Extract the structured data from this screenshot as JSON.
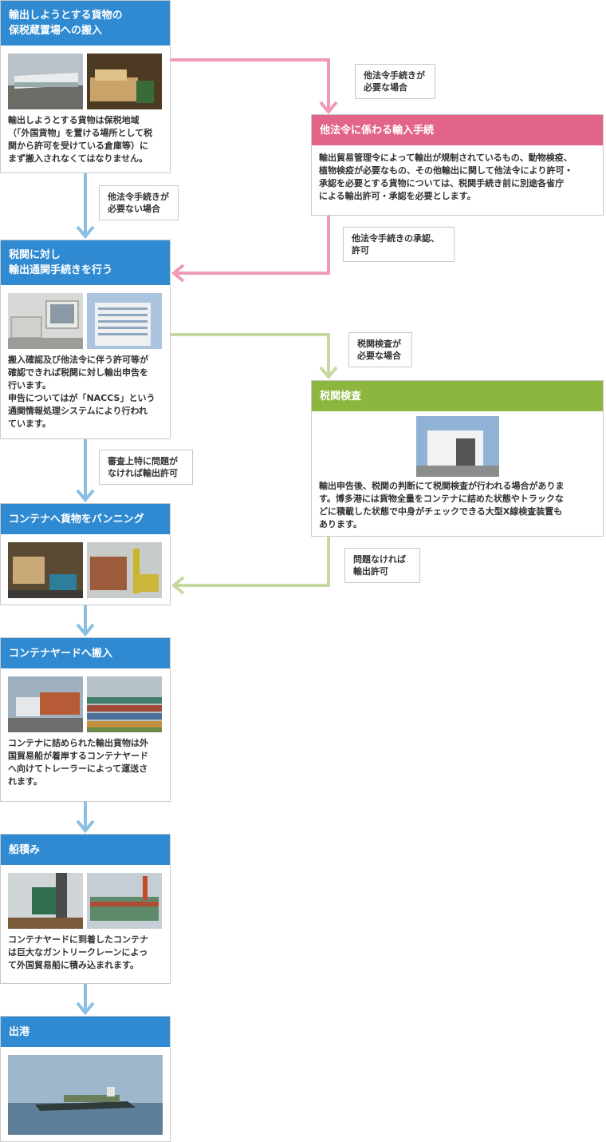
{
  "steps": [
    {
      "title": "輸出しようとする貨物の\n保税蔵置場への搬入",
      "text": "輸出しようとする貨物は保税地域\n（「外国貨物」を置ける場所として税\n関から許可を受けている倉庫等）に\nまず搬入されなくてはなりません。"
    },
    {
      "title": "税関に対し\n輸出通関手続きを行う",
      "text": "搬入確認及び他法令に伴う許可等が\n確認できれば税関に対し輸出申告を\n行います。\n申告についてはが「NACCS」という\n通関情報処理システムにより行われ\nています。"
    },
    {
      "title": "コンテナへ貨物をバンニング",
      "text": ""
    },
    {
      "title": "コンテナヤードへ搬入",
      "text": "コンテナに詰められた輸出貨物は外\n国貿易船が着岸するコンテナヤード\nへ向けてトレーラーによって運送さ\nれます。"
    },
    {
      "title": "船積み",
      "text": "コンテナヤードに到着したコンテナ\nは巨大なガントリークレーンによっ\nて外国貿易船に積み込まれます。"
    },
    {
      "title": "出港",
      "text": ""
    }
  ],
  "side": {
    "other_law": {
      "title": "他法令に係わる輸入手続",
      "text": "輸出貿易管理令によって輸出が規制されているもの、動物検疫、\n植物検疫が必要なもの、その他輸出に関して他法令により許可・\n承認を必要とする貨物については、税関手続き前に別途各省庁\nによる輸出許可・承認を必要とします。"
    },
    "inspection": {
      "title": "税関検査",
      "text": "輸出申告後、税関の判断にて税関検査が行われる場合がありま\nす。博多港には貨物全量をコンテナに詰めた状態やトラックな\nどに積載した状態で中身がチェックできる大型X線検査装置も\nあります。"
    }
  },
  "notes": {
    "other_law_required": "他法令手続きが\n必要な場合",
    "other_law_not_required": "他法令手続きが\n必要ない場合",
    "other_law_approved": "他法令手続きの承認、\n許可",
    "inspection_required": "税関検査が\n必要な場合",
    "no_problem_examination": "審査上特に問題が\nなければ輸出許可",
    "no_problem_export": "問題なければ\n輸出許可"
  },
  "colors": {
    "blue": "#2f8ad1",
    "pink": "#e26489",
    "green": "#8db63e",
    "arrow_blue": "#8bbfe4",
    "arrow_pink": "#f09ab5",
    "arrow_green": "#c6d9a0"
  }
}
